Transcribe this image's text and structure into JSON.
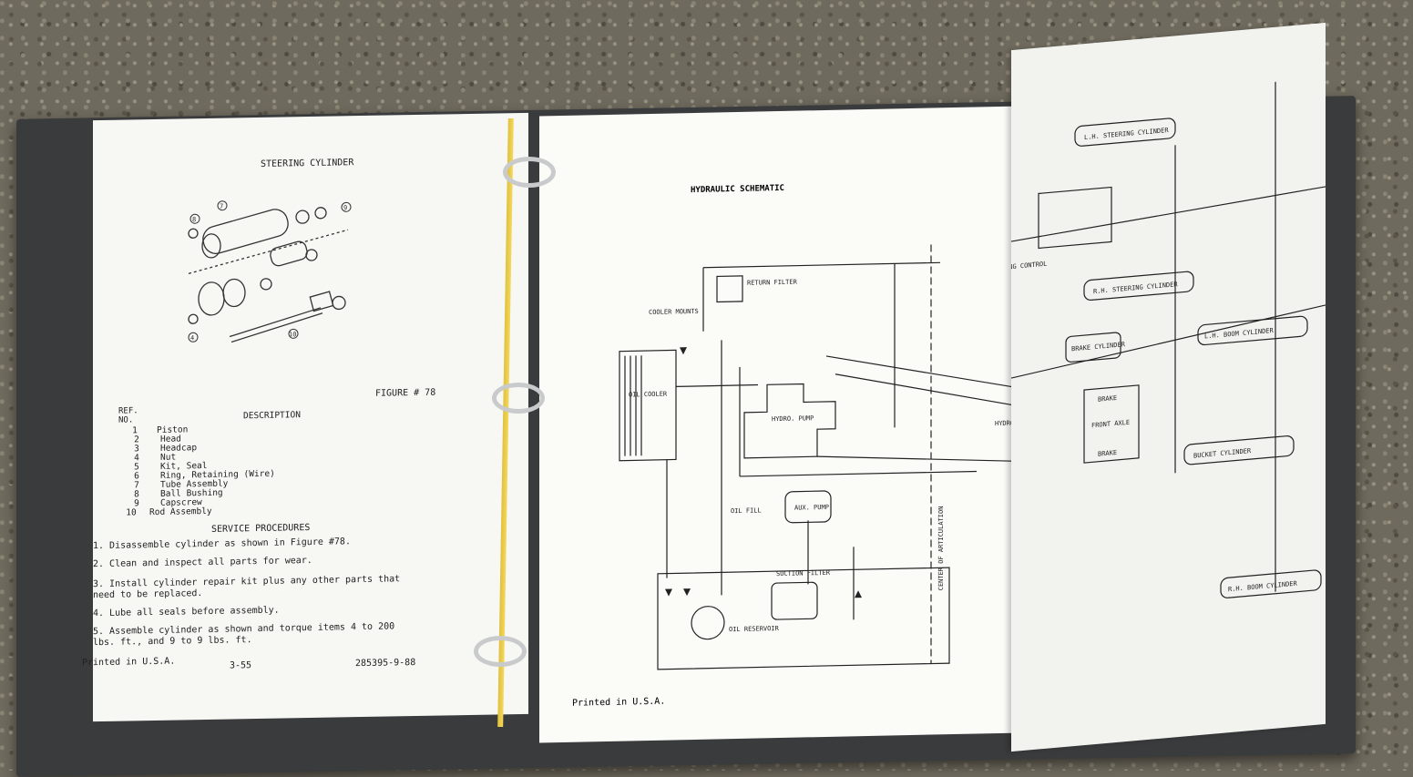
{
  "left_page": {
    "title": "STEERING CYLINDER",
    "figure": "FIGURE # 78",
    "ref_header": "REF.",
    "no_header": "NO.",
    "desc_header": "DESCRIPTION",
    "parts": [
      {
        "no": "1",
        "desc": "Piston"
      },
      {
        "no": "2",
        "desc": "Head"
      },
      {
        "no": "3",
        "desc": "Headcap"
      },
      {
        "no": "4",
        "desc": "Nut"
      },
      {
        "no": "5",
        "desc": "Kit, Seal"
      },
      {
        "no": "6",
        "desc": "Ring, Retaining (Wire)"
      },
      {
        "no": "7",
        "desc": "Tube Assembly"
      },
      {
        "no": "8",
        "desc": "Ball Bushing"
      },
      {
        "no": "9",
        "desc": "Capscrew"
      },
      {
        "no": "10",
        "desc": "Rod Assembly"
      }
    ],
    "service_title": "SERVICE PROCEDURES",
    "procedures": [
      "1.  Disassemble cylinder as shown in Figure #78.",
      "2.  Clean and inspect all parts for wear.",
      "3.  Install cylinder repair kit plus any other parts that need to be replaced.",
      "4.  Lube all seals before assembly.",
      "5.  Assemble cylinder as shown and torque items 4 to 200 lbs. ft., and 9 to 9 lbs. ft."
    ],
    "footer_left": "Printed in U.S.A.",
    "footer_center": "3-55",
    "footer_right": "285395-9-88"
  },
  "right_page": {
    "title": "HYDRAULIC SCHEMATIC",
    "labels": {
      "cooler_mounts": "COOLER MOUNTS",
      "return_filter": "RETURN FILTER",
      "oil_cooler": "OIL COOLER",
      "hydro_pump": "HYDRO. PUMP",
      "aux_pump": "AUX. PUMP",
      "oil_fill": "OIL FILL",
      "suction_filter": "SUCTION FILTER",
      "oil_reservoir": "OIL RESERVOIR",
      "center_of_articulation": "CENTER OF ARTICULATION",
      "hydro_motor": "HYDRO MOTOR"
    },
    "footer": "Printed in U.S.A."
  },
  "foldout": {
    "labels": {
      "lh_steering": "L.H. STEERING CYLINDER",
      "rh_steering": "R.H. STEERING CYLINDER",
      "steering_control": "STEERING CONTROL",
      "brake_cylinder": "BRAKE CYLINDER",
      "brake_top": "BRAKE",
      "front_axle": "FRONT AXLE",
      "brake_bottom": "BRAKE",
      "lh_boom": "L.H. BOOM CYLINDER",
      "bucket_cylinder": "BUCKET CYLINDER",
      "rh_boom": "R.H. BOOM CYLINDER"
    }
  }
}
